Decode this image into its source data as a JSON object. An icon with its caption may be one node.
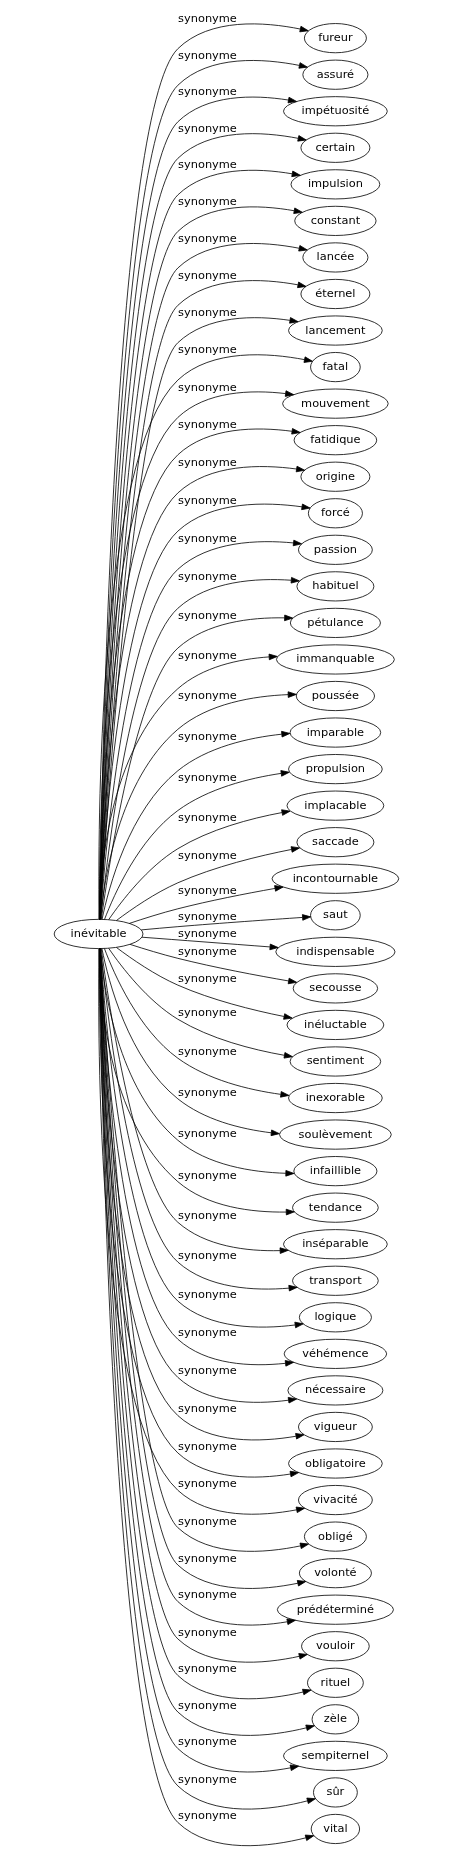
{
  "diagram": {
    "nodes": [
      {
        "text": [
          "inévitable"
        ]
      },
      {
        "text": [
          "fureur"
        ]
      },
      {
        "text": [
          "assuré"
        ]
      },
      {
        "text": [
          "impétuosité"
        ]
      },
      {
        "text": [
          "certain"
        ]
      },
      {
        "text": [
          "impulsion"
        ]
      },
      {
        "text": [
          "constant"
        ]
      },
      {
        "text": [
          "lancée"
        ]
      },
      {
        "text": [
          "éternel"
        ]
      },
      {
        "text": [
          "lancement"
        ]
      },
      {
        "text": [
          "fatal"
        ]
      },
      {
        "text": [
          "mouvement"
        ]
      },
      {
        "text": [
          "fatidique"
        ]
      },
      {
        "text": [
          "origine"
        ]
      },
      {
        "text": [
          "forcé"
        ]
      },
      {
        "text": [
          "passion"
        ]
      },
      {
        "text": [
          "habituel"
        ]
      },
      {
        "text": [
          "pétulance"
        ]
      },
      {
        "text": [
          "immanquable"
        ]
      },
      {
        "text": [
          "poussée"
        ]
      },
      {
        "text": [
          "imparable"
        ]
      },
      {
        "text": [
          "propulsion"
        ]
      },
      {
        "text": [
          "implacable"
        ]
      },
      {
        "text": [
          "saccade"
        ]
      },
      {
        "text": [
          "incontournable"
        ]
      },
      {
        "text": [
          "saut"
        ]
      },
      {
        "text": [
          "indispensable"
        ]
      },
      {
        "text": [
          "secousse"
        ]
      },
      {
        "text": [
          "inéluctable"
        ]
      },
      {
        "text": [
          "sentiment"
        ]
      },
      {
        "text": [
          "inexorable"
        ]
      },
      {
        "text": [
          "soulèvement"
        ]
      },
      {
        "text": [
          "infaillible"
        ]
      },
      {
        "text": [
          "tendance"
        ]
      },
      {
        "text": [
          "inséparable"
        ]
      },
      {
        "text": [
          "transport"
        ]
      },
      {
        "text": [
          "logique"
        ]
      },
      {
        "text": [
          "véhémence"
        ]
      },
      {
        "text": [
          "nécessaire"
        ]
      },
      {
        "text": [
          "vigueur"
        ]
      },
      {
        "text": [
          "obligatoire"
        ]
      },
      {
        "text": [
          "vivacité"
        ]
      },
      {
        "text": [
          "obligé"
        ]
      },
      {
        "text": [
          "volonté"
        ]
      },
      {
        "text": [
          "prédéterminé"
        ]
      },
      {
        "text": [
          "vouloir"
        ]
      },
      {
        "text": [
          "rituel"
        ]
      },
      {
        "text": [
          "zèle"
        ]
      },
      {
        "text": [
          "sempiternel"
        ]
      },
      {
        "text": [
          "sûr"
        ]
      },
      {
        "text": [
          "vital"
        ]
      }
    ],
    "edges": [
      {
        "from": 0,
        "to": 1,
        "arrow": "to",
        "label": "synonyme"
      },
      {
        "from": 0,
        "to": 2,
        "arrow": "to",
        "label": "synonyme"
      },
      {
        "from": 0,
        "to": 3,
        "arrow": "to",
        "label": "synonyme"
      },
      {
        "from": 0,
        "to": 4,
        "arrow": "to",
        "label": "synonyme"
      },
      {
        "from": 0,
        "to": 5,
        "arrow": "to",
        "label": "synonyme"
      },
      {
        "from": 0,
        "to": 6,
        "arrow": "to",
        "label": "synonyme"
      },
      {
        "from": 0,
        "to": 7,
        "arrow": "to",
        "label": "synonyme"
      },
      {
        "from": 0,
        "to": 8,
        "arrow": "to",
        "label": "synonyme"
      },
      {
        "from": 0,
        "to": 9,
        "arrow": "to",
        "label": "synonyme"
      },
      {
        "from": 0,
        "to": 10,
        "arrow": "to",
        "label": "synonyme"
      },
      {
        "from": 0,
        "to": 11,
        "arrow": "to",
        "label": "synonyme"
      },
      {
        "from": 0,
        "to": 12,
        "arrow": "to",
        "label": "synonyme"
      },
      {
        "from": 0,
        "to": 13,
        "arrow": "to",
        "label": "synonyme"
      },
      {
        "from": 0,
        "to": 14,
        "arrow": "to",
        "label": "synonyme"
      },
      {
        "from": 0,
        "to": 15,
        "arrow": "to",
        "label": "synonyme"
      },
      {
        "from": 0,
        "to": 16,
        "arrow": "to",
        "label": "synonyme"
      },
      {
        "from": 0,
        "to": 17,
        "arrow": "to",
        "label": "synonyme"
      },
      {
        "from": 0,
        "to": 18,
        "arrow": "to",
        "label": "synonyme"
      },
      {
        "from": 0,
        "to": 19,
        "arrow": "to",
        "label": "synonyme"
      },
      {
        "from": 0,
        "to": 20,
        "arrow": "to",
        "label": "synonyme"
      },
      {
        "from": 0,
        "to": 21,
        "arrow": "to",
        "label": "synonyme"
      },
      {
        "from": 0,
        "to": 22,
        "arrow": "to",
        "label": "synonyme"
      },
      {
        "from": 0,
        "to": 23,
        "arrow": "to",
        "label": "synonyme"
      },
      {
        "from": 0,
        "to": 24,
        "arrow": "to",
        "label": "synonyme"
      },
      {
        "from": 0,
        "to": 25,
        "arrow": "to",
        "label": "synonyme"
      },
      {
        "from": 0,
        "to": 26,
        "arrow": "to",
        "label": "synonyme"
      },
      {
        "from": 0,
        "to": 27,
        "arrow": "to",
        "label": "synonyme"
      },
      {
        "from": 0,
        "to": 28,
        "arrow": "to",
        "label": "synonyme"
      },
      {
        "from": 0,
        "to": 29,
        "arrow": "to",
        "label": "synonyme"
      },
      {
        "from": 0,
        "to": 30,
        "arrow": "to",
        "label": "synonyme"
      },
      {
        "from": 0,
        "to": 31,
        "arrow": "to",
        "label": "synonyme"
      },
      {
        "from": 0,
        "to": 32,
        "arrow": "to",
        "label": "synonyme"
      },
      {
        "from": 0,
        "to": 33,
        "arrow": "to",
        "label": "synonyme"
      },
      {
        "from": 0,
        "to": 34,
        "arrow": "to",
        "label": "synonyme"
      },
      {
        "from": 0,
        "to": 35,
        "arrow": "to",
        "label": "synonyme"
      },
      {
        "from": 0,
        "to": 36,
        "arrow": "to",
        "label": "synonyme"
      },
      {
        "from": 0,
        "to": 37,
        "arrow": "to",
        "label": "synonyme"
      },
      {
        "from": 0,
        "to": 38,
        "arrow": "to",
        "label": "synonyme"
      },
      {
        "from": 0,
        "to": 39,
        "arrow": "to",
        "label": "synonyme"
      },
      {
        "from": 0,
        "to": 40,
        "arrow": "to",
        "label": "synonyme"
      },
      {
        "from": 0,
        "to": 41,
        "arrow": "to",
        "label": "synonyme"
      },
      {
        "from": 0,
        "to": 42,
        "arrow": "to",
        "label": "synonyme"
      },
      {
        "from": 0,
        "to": 43,
        "arrow": "to",
        "label": "synonyme"
      },
      {
        "from": 0,
        "to": 44,
        "arrow": "to",
        "label": "synonyme"
      },
      {
        "from": 0,
        "to": 45,
        "arrow": "to",
        "label": "synonyme"
      },
      {
        "from": 0,
        "to": 46,
        "arrow": "to",
        "label": "synonyme"
      },
      {
        "from": 0,
        "to": 47,
        "arrow": "to",
        "label": "synonyme"
      },
      {
        "from": 0,
        "to": 48,
        "arrow": "to",
        "label": "synonyme"
      },
      {
        "from": 0,
        "to": 49,
        "arrow": "to",
        "label": "synonyme"
      },
      {
        "from": 0,
        "to": 50,
        "arrow": "to",
        "label": "synonyme"
      }
    ]
  }
}
